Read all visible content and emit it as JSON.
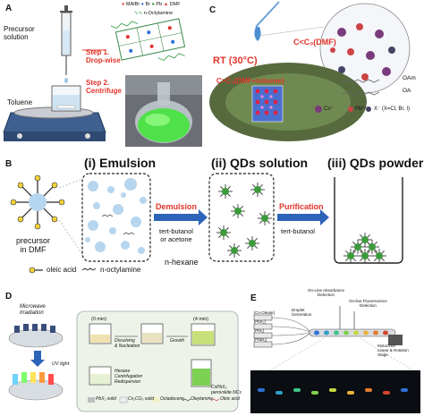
{
  "panel_a": {
    "label": "A",
    "legend": [
      "MAIBr",
      "Br",
      "Pb",
      "DMF"
    ],
    "legend_colors": [
      "#e2342a",
      "#2a6fd6",
      "#2a9b3a",
      "#e2342a"
    ],
    "octylamine_label": "n-Octylamine",
    "precursor_label": [
      "Precursor",
      "solution"
    ],
    "step1": [
      "Step 1.",
      "Drop-wise"
    ],
    "step2": [
      "Step 2.",
      "Centrifuge"
    ],
    "toluene_label": "Toluene",
    "accent_color": "#e2342a"
  },
  "panel_b": {
    "label": "B",
    "stage_labels": [
      "(i) Emulsion",
      "(ii) QDs solution",
      "(iii) QDs powder"
    ],
    "arrow1_label": "Demulsion",
    "arrow1_sub": [
      "tert-butanol",
      "or acetone"
    ],
    "arrow2_label": "Purification",
    "arrow2_sub": "tert-butanol",
    "precursor_label": [
      "precursor",
      "in DMF"
    ],
    "hexane_label": "n-hexane",
    "legend": [
      "oleic acid",
      "n-octylamine"
    ],
    "arrow_color": "#2d63b8",
    "dot_color": "#b6d5ee",
    "qd_color": "#3c9a3c"
  },
  "panel_c": {
    "label": "C",
    "temp_label": "RT (30°C)",
    "cond_top": "C<C₀(DMF)",
    "cond_bottom": "C>C₀(DMF+toluene)",
    "ligand_labels": [
      "OAm",
      "OA"
    ],
    "legend": [
      "Cs⁺",
      "Pb²⁺",
      "X⁻ (X=Cl, Br, I)"
    ]
  },
  "panel_d": {
    "label": "D",
    "irradiation": [
      "Microwave",
      "Irradiation"
    ],
    "time_labels": [
      "(0 min)",
      "(4 min)"
    ],
    "step_labels": [
      "Dissolving",
      "& Nucleation",
      "Growth"
    ],
    "bottom_steps": [
      "Hexane",
      "Centrifugation",
      "Redispersion"
    ],
    "side_label": "UV light",
    "product_label": [
      "CsPbX₃",
      "perovskite NCs"
    ],
    "legend": [
      "PbX₂ solid",
      "Cs₂CO₃ solid",
      "Octadecene",
      "Oleylamine",
      "Oleic acid"
    ]
  },
  "panel_e": {
    "label": "E",
    "top_labels": [
      "On-Line Absorbance",
      "Detection",
      "On-line Fluorescence",
      "Detection"
    ],
    "droplet": [
      "Droplet",
      "Generation"
    ],
    "stage": [
      "Motorized",
      "Linear & Rotation",
      "Stage"
    ],
    "inlets": [
      "[Cs-Oleate]",
      "[PbX₂]",
      "[PbI₂]",
      "[PbBr₂]"
    ],
    "droplet_colors": [
      "#2f6fd6",
      "#2ea0c8",
      "#3ec48a",
      "#7fd14e",
      "#c8d73e",
      "#e8b53a",
      "#e07c2e",
      "#d6452a"
    ]
  }
}
